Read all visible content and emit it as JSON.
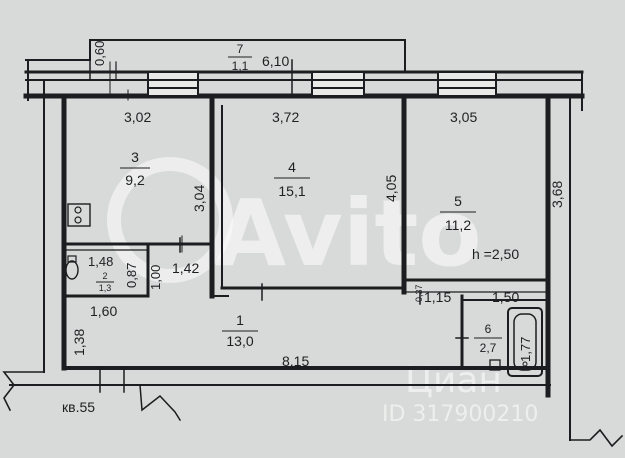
{
  "plan": {
    "apartment_label": "кв.55",
    "ceiling_height": "h =2,50",
    "rooms": [
      {
        "number": "1",
        "area": "13,0"
      },
      {
        "number": "2",
        "area": "1,3"
      },
      {
        "number": "3",
        "area": "9,2"
      },
      {
        "number": "4",
        "area": "15,1"
      },
      {
        "number": "5",
        "area": "11,2"
      },
      {
        "number": "6",
        "area": "2,7"
      },
      {
        "number": "7",
        "area": "1,1"
      }
    ],
    "dimensions": {
      "balcony_depth": "0,60",
      "balcony_length": "6,10",
      "room3_width": "3,02",
      "room4_width": "3,72",
      "room5_width": "3,05",
      "room3_depth": "3,04",
      "room4_depth": "4,05",
      "room5_depth": "3,68",
      "wc_width": "1,48",
      "wc_depth": "0,87",
      "door_width": "1,00",
      "corridor_1_42": "1,42",
      "hall_left": "1,60",
      "hall_depth": "1,38",
      "hall_length": "8,15",
      "bath_wall": "0,37",
      "bath_gap": "1,15",
      "bath_width": "1,50",
      "tub_length": "1,77"
    }
  },
  "watermark": {
    "brand": "Avito",
    "site": "Циан",
    "listing_id": "ID 317900210"
  }
}
